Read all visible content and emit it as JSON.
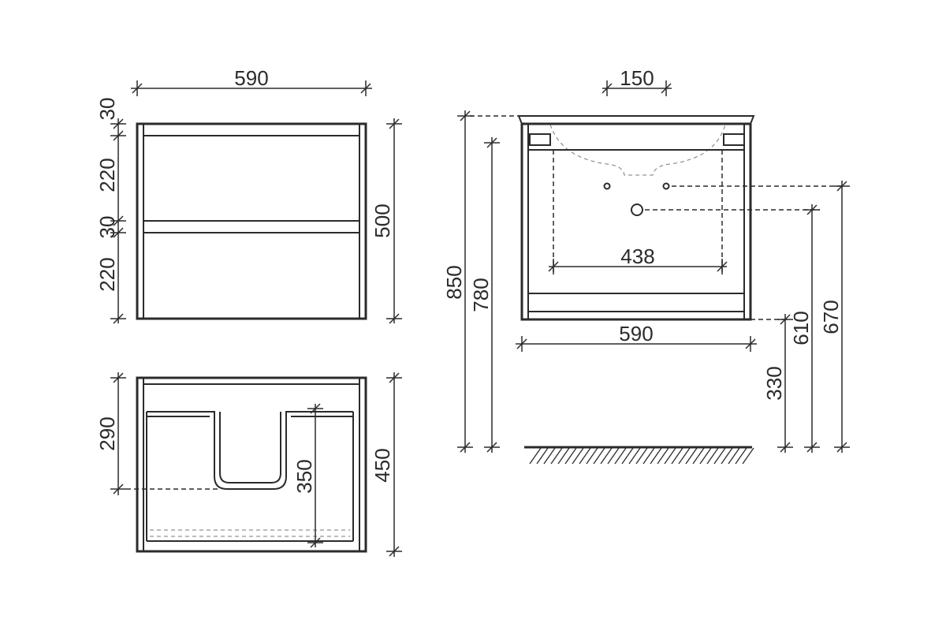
{
  "front_view": {
    "width": "590",
    "top_gap": "30",
    "drawer_top_height": "220",
    "middle_gap": "30",
    "drawer_bottom_height": "220",
    "total_height": "500"
  },
  "top_view": {
    "cutout_depth": "290",
    "inner_depth": "350",
    "total_depth": "450"
  },
  "side_view": {
    "siphon_width": "150",
    "total_height": "850",
    "cabinet_height": "780",
    "drain_spacing": "438",
    "width": "590",
    "mount_height_low": "330",
    "drain_height": "610",
    "supply_height": "670"
  },
  "colors": {
    "line": "#2b2b2b",
    "hidden_line": "#7a7a7a",
    "background": "#ffffff"
  }
}
